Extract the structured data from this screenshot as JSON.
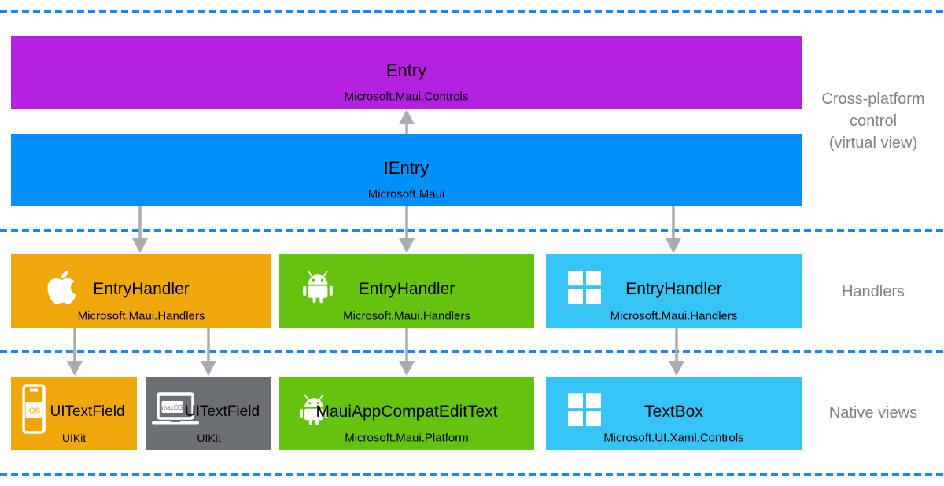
{
  "diagram": {
    "side_labels": {
      "cross_platform": "Cross-platform\ncontrol\n(virtual view)",
      "handlers": "Handlers",
      "native_views": "Native views"
    },
    "boxes": {
      "entry": {
        "title": "Entry",
        "subtitle": "Microsoft.Maui.Controls"
      },
      "ientry": {
        "title": "IEntry",
        "subtitle": "Microsoft.Maui"
      },
      "handler_ios": {
        "icon": "apple-icon",
        "title": "EntryHandler",
        "subtitle": "Microsoft.Maui.Handlers"
      },
      "handler_android": {
        "icon": "android-icon",
        "title": "EntryHandler",
        "subtitle": "Microsoft.Maui.Handlers"
      },
      "handler_windows": {
        "icon": "windows-icon",
        "title": "EntryHandler",
        "subtitle": "Microsoft.Maui.Handlers"
      },
      "native_ios": {
        "icon": "iphone-icon",
        "badge": "iOS",
        "title": "UITextField",
        "subtitle": "UIKit"
      },
      "native_macos": {
        "icon": "macbook-icon",
        "badge": "macOS",
        "title": "UITextField",
        "subtitle": "UIKit"
      },
      "native_android": {
        "icon": "android-icon",
        "title": "MauiAppCompatEditText",
        "subtitle": "Microsoft.Maui.Platform"
      },
      "native_windows": {
        "icon": "windows-icon",
        "title": "TextBox",
        "subtitle": "Microsoft.UI.Xaml.Controls"
      }
    },
    "colors": {
      "purple": "#b421e1",
      "blue": "#0090fb",
      "orange": "#efa70c",
      "green": "#63c30e",
      "light_blue": "#36c3f5",
      "gray": "#6c6f73",
      "divider_blue": "#1b87f2",
      "arrow_gray": "#a9adb1",
      "label_gray": "#808285"
    }
  }
}
